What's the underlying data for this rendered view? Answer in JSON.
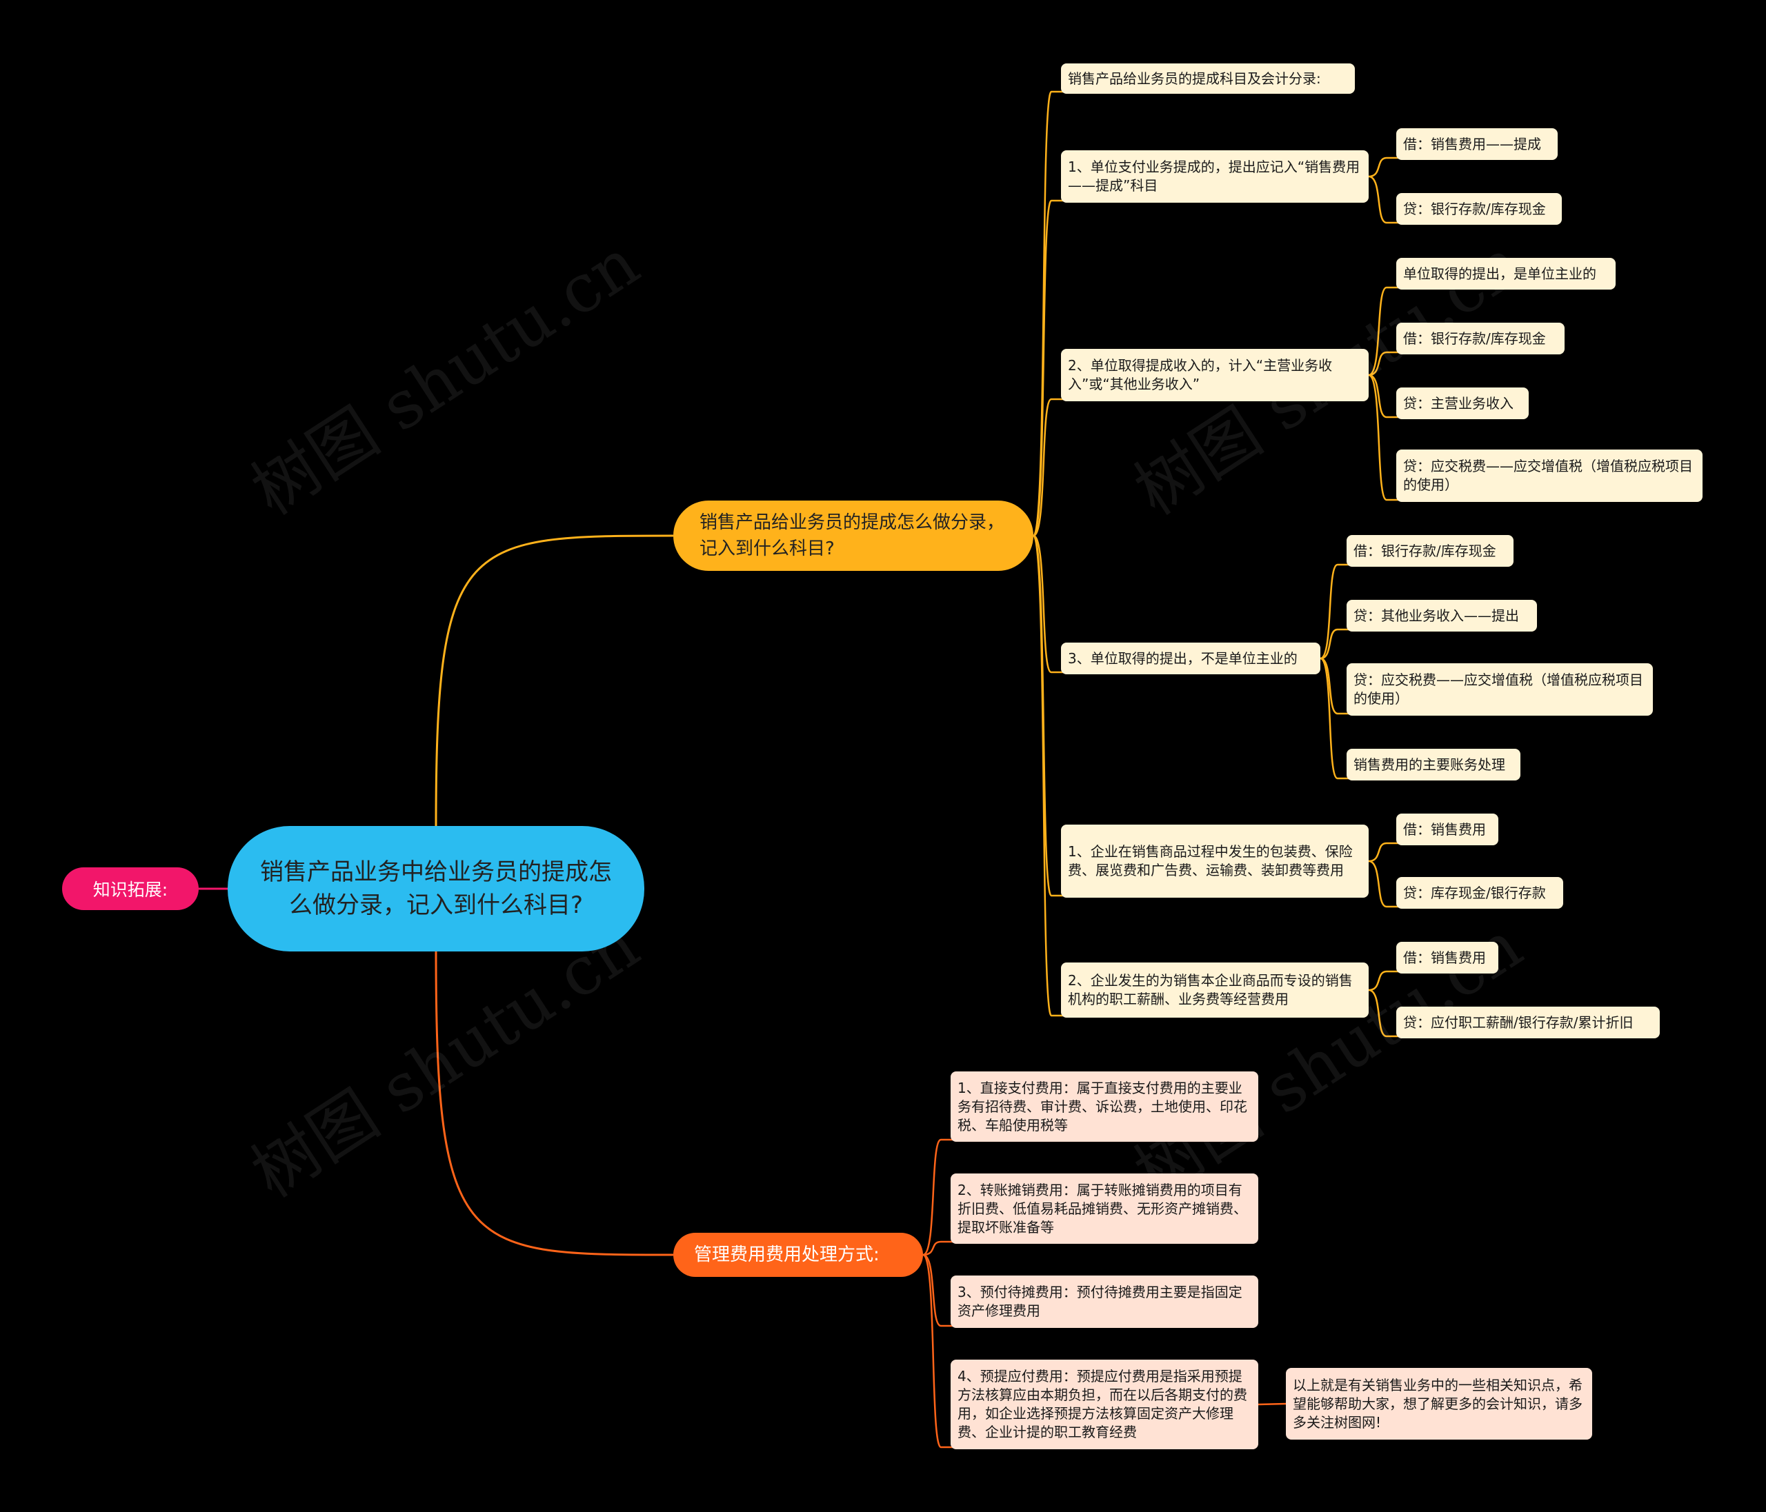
{
  "root": {
    "label": "销售产品业务中给业务员的提成怎么做分录，记入到什么科目?"
  },
  "knowledge": {
    "label": "知识拓展:"
  },
  "branch_commission": {
    "label": "销售产品给业务员的提成怎么做分录，记入到什么科目?",
    "color": "#ffb21b",
    "items": [
      {
        "label": "销售产品给业务员的提成科目及会计分录:",
        "children": []
      },
      {
        "label": "1、单位支付业务提成的，提出应记入“销售费用——提成”科目",
        "children": [
          "借：销售费用——提成",
          "贷：银行存款/库存现金"
        ]
      },
      {
        "label": "2、单位取得提成收入的，计入“主营业务收入”或“其他业务收入”",
        "children": [
          "单位取得的提出，是单位主业的",
          "借：银行存款/库存现金",
          "贷：主营业务收入",
          "贷：应交税费——应交增值税（增值税应税项目的使用）"
        ]
      },
      {
        "label": "3、单位取得的提出，不是单位主业的",
        "children": [
          "借：银行存款/库存现金",
          "贷：其他业务收入——提出",
          "贷：应交税费——应交增值税（增值税应税项目的使用）",
          "销售费用的主要账务处理"
        ]
      },
      {
        "label": "1、企业在销售商品过程中发生的包装费、保险费、展览费和广告费、运输费、装卸费等费用",
        "children": [
          "借：销售费用",
          "贷：库存现金/银行存款"
        ]
      },
      {
        "label": "2、企业发生的为销售本企业商品而专设的销售机构的职工薪酬、业务费等经营费用",
        "children": [
          "借：销售费用",
          "贷：应付职工薪酬/银行存款/累计折旧"
        ]
      }
    ]
  },
  "branch_admin": {
    "label": "管理费用费用处理方式:",
    "color": "#ff6419",
    "items": [
      "1、直接支付费用：属于直接支付费用的主要业务有招待费、审计费、诉讼费，土地使用、印花税、车船使用税等",
      "2、转账摊销费用：属于转账摊销费用的项目有折旧费、低值易耗品摊销费、无形资产摊销费、提取坏账准备等",
      "3、预付待摊费用：预付待摊费用主要是指固定资产修理费用",
      "4、预提应付费用：预提应付费用是指采用预提方法核算应由本期负担，而在以后各期支付的费用，如企业选择预提方法核算固定资产大修理费、企业计提的职工教育经费"
    ],
    "summary": "以上就是有关销售业务中的一些相关知识点，希望能够帮助大家，想了解更多的会计知识，请多多关注树图网!"
  },
  "watermark": "树图 shutu.cn",
  "colors": {
    "background": "#000000",
    "root": "#2bbcf0",
    "knowledge": "#f2166a",
    "leaf": "#fff4d6",
    "leaf_admin": "#ffe2d4"
  }
}
